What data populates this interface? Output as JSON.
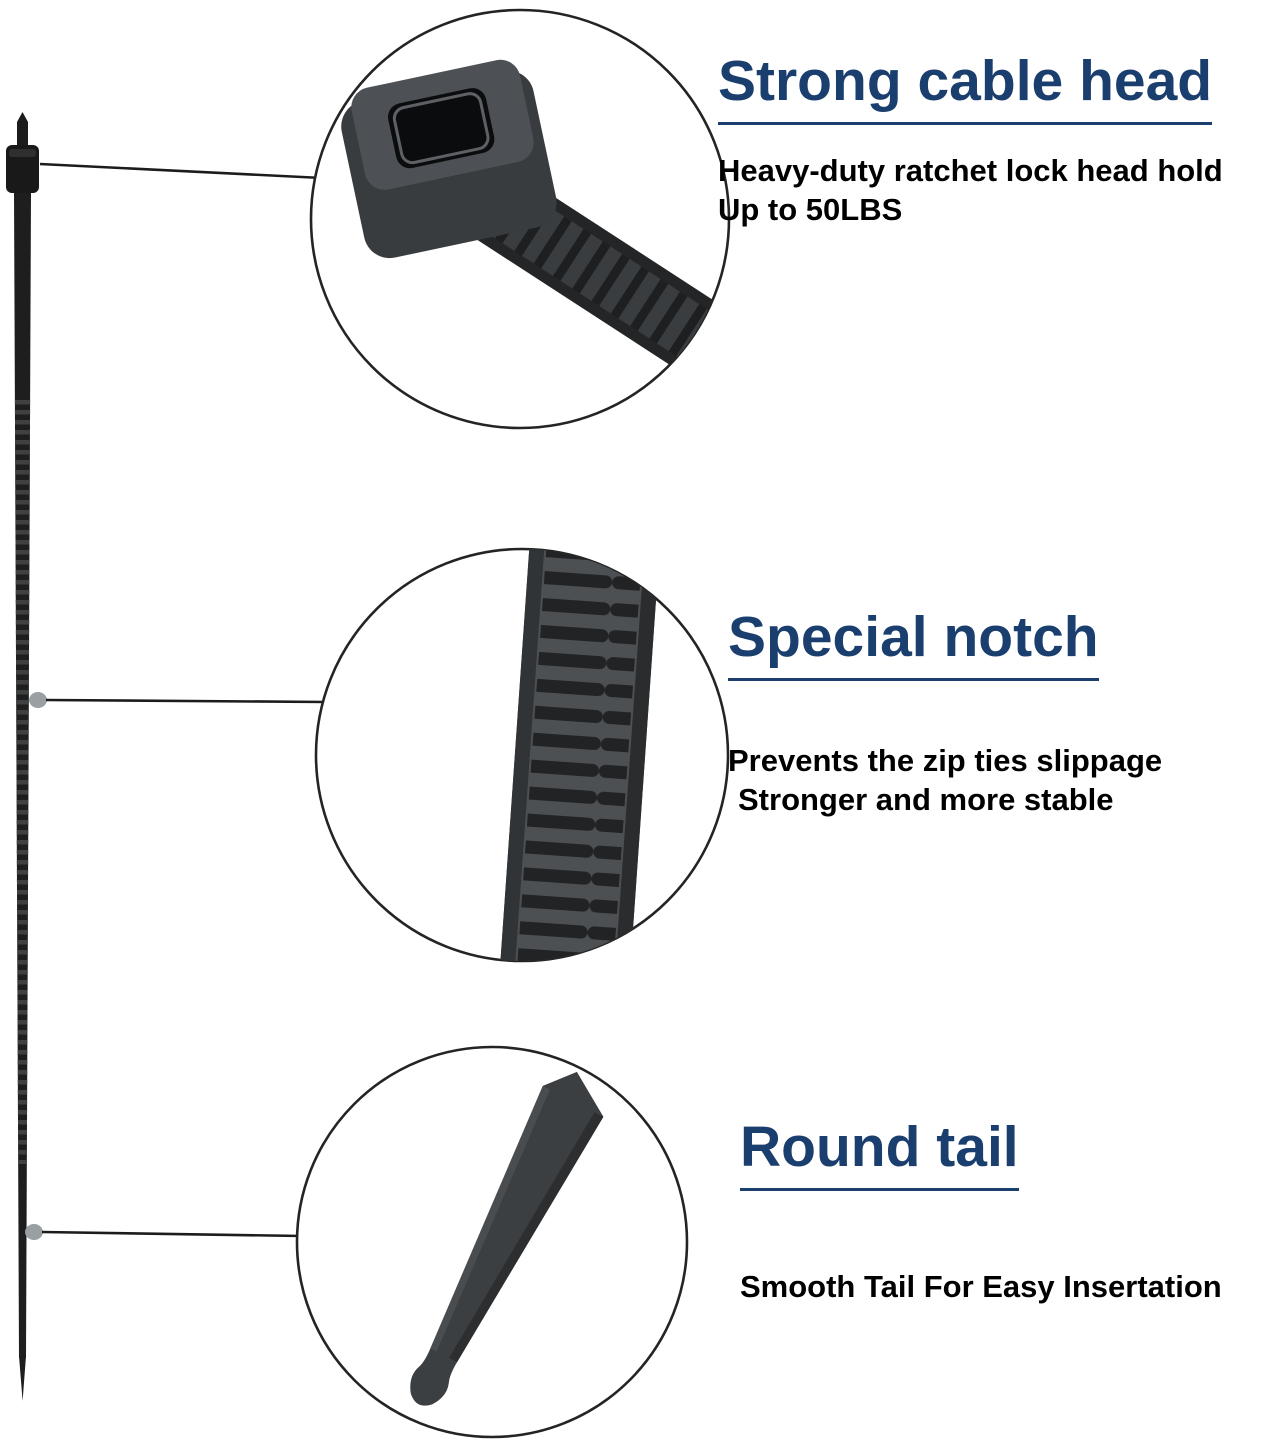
{
  "colors": {
    "heading": "#1a3e6e",
    "body_text": "#000000",
    "tie": "#1e1e1e",
    "background": "#ffffff"
  },
  "features": [
    {
      "title": "Strong cable head",
      "lines": [
        "Heavy-duty ratchet lock head hold",
        "Up to 50LBS"
      ]
    },
    {
      "title": "Special notch",
      "lines": [
        "Prevents the zip ties slippage",
        "Stronger and more stable"
      ]
    },
    {
      "title": "Round tail",
      "lines": [
        "Smooth Tail For Easy Insertation"
      ]
    }
  ]
}
